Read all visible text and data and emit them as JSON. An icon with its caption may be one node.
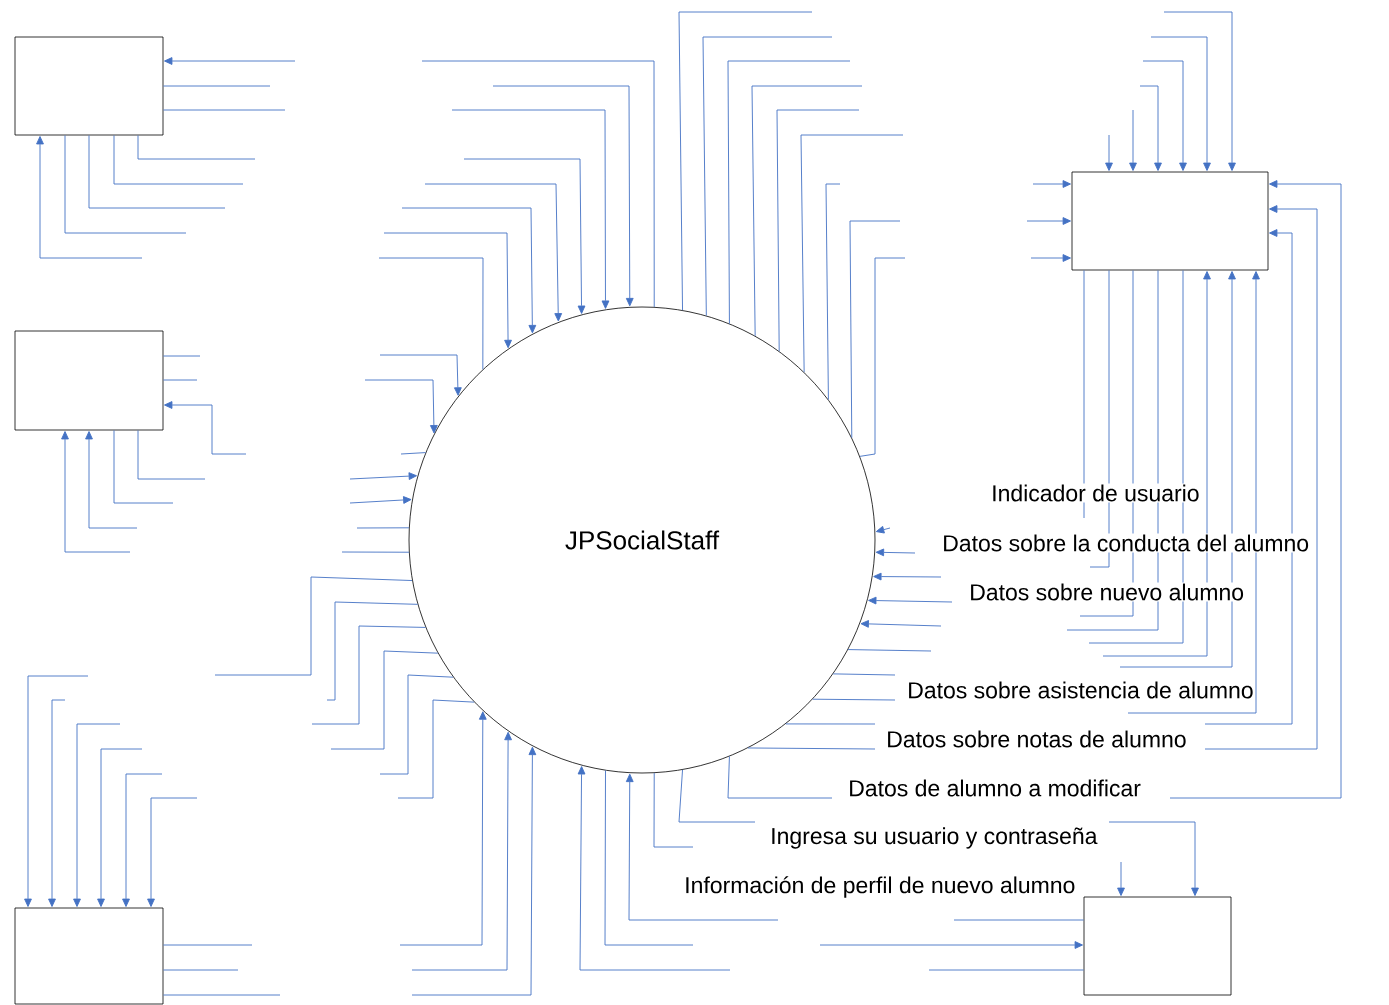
{
  "diagram": {
    "nodes": [
      {
        "text": [],
        "shape": "box"
      },
      {
        "text": [],
        "shape": "box"
      },
      {
        "text": [],
        "shape": "box"
      },
      {
        "text": [
          "JPSocialStaff"
        ]
      },
      {
        "text": [],
        "shape": "box"
      },
      {
        "text": [],
        "shape": "box"
      }
    ],
    "edges": [
      {
        "from": null,
        "to": 0,
        "arrow": "to"
      },
      {
        "from": 0,
        "to": null,
        "arrow": "none"
      },
      {
        "from": 0,
        "to": null,
        "arrow": "none"
      },
      {
        "from": 0,
        "to": null,
        "arrow": "none"
      },
      {
        "from": 0,
        "to": null,
        "arrow": "none"
      },
      {
        "from": 0,
        "to": null,
        "arrow": "none"
      },
      {
        "from": 0,
        "to": null,
        "arrow": "none"
      },
      {
        "from": null,
        "to": 0,
        "arrow": "to"
      },
      {
        "from": null,
        "to": 1,
        "arrow": "to"
      },
      {
        "from": null,
        "to": 1,
        "arrow": "to"
      },
      {
        "from": null,
        "to": 1,
        "arrow": "to"
      },
      {
        "from": null,
        "to": 1,
        "arrow": "to"
      },
      {
        "from": null,
        "to": 1,
        "arrow": "to"
      },
      {
        "from": null,
        "to": 1,
        "arrow": "to"
      },
      {
        "from": null,
        "to": 1,
        "arrow": "to"
      },
      {
        "from": null,
        "to": 1,
        "arrow": "to"
      },
      {
        "from": null,
        "to": 1,
        "arrow": "to"
      },
      {
        "from": null,
        "to": 1,
        "arrow": "to"
      },
      {
        "from": null,
        "to": 1,
        "arrow": "to"
      },
      {
        "from": null,
        "to": 1,
        "arrow": "to"
      },
      {
        "from": 1,
        "to": null,
        "arrow": "none"
      },
      {
        "from": 1,
        "to": null,
        "arrow": "none"
      },
      {
        "from": 1,
        "to": null,
        "arrow": "none"
      },
      {
        "from": 1,
        "to": null,
        "arrow": "none"
      },
      {
        "from": 1,
        "to": null,
        "arrow": "none"
      },
      {
        "from": null,
        "to": 1,
        "arrow": "to"
      },
      {
        "from": null,
        "to": 1,
        "arrow": "to"
      },
      {
        "from": null,
        "to": 1,
        "arrow": "to"
      },
      {
        "from": 2,
        "to": null,
        "arrow": "none"
      },
      {
        "from": 2,
        "to": null,
        "arrow": "none"
      },
      {
        "from": null,
        "to": 2,
        "arrow": "to"
      },
      {
        "from": 2,
        "to": null,
        "arrow": "none"
      },
      {
        "from": 2,
        "to": null,
        "arrow": "none"
      },
      {
        "from": null,
        "to": 2,
        "arrow": "to"
      },
      {
        "from": null,
        "to": 2,
        "arrow": "to"
      },
      {
        "from": 3,
        "to": null,
        "arrow": "none"
      },
      {
        "from": null,
        "to": 3,
        "arrow": "to"
      },
      {
        "from": null,
        "to": 3,
        "arrow": "to"
      },
      {
        "from": null,
        "to": 3,
        "arrow": "to"
      },
      {
        "from": null,
        "to": 3,
        "arrow": "to"
      },
      {
        "from": null,
        "to": 3,
        "arrow": "to"
      },
      {
        "from": null,
        "to": 3,
        "arrow": "to"
      },
      {
        "from": 3,
        "to": null,
        "arrow": "none"
      },
      {
        "from": 3,
        "to": null,
        "arrow": "none"
      },
      {
        "from": 3,
        "to": null,
        "arrow": "none"
      },
      {
        "from": 3,
        "to": null,
        "arrow": "none"
      },
      {
        "from": 3,
        "to": null,
        "arrow": "none"
      },
      {
        "from": 3,
        "to": null,
        "arrow": "none"
      },
      {
        "from": 3,
        "to": null,
        "arrow": "none"
      },
      {
        "from": 3,
        "to": null,
        "arrow": "none"
      },
      {
        "from": 3,
        "to": null,
        "arrow": "none"
      },
      {
        "from": 3,
        "to": null,
        "arrow": "none"
      },
      {
        "from": null,
        "to": 3,
        "arrow": "to"
      },
      {
        "from": null,
        "to": 3,
        "arrow": "to"
      },
      {
        "from": 3,
        "to": null,
        "arrow": "none"
      },
      {
        "from": null,
        "to": 3,
        "arrow": "to"
      },
      {
        "from": null,
        "to": 3,
        "arrow": "to"
      },
      {
        "from": 3,
        "to": null,
        "arrow": "none"
      },
      {
        "from": 3,
        "to": null,
        "arrow": "none"
      },
      {
        "from": 3,
        "to": null,
        "arrow": "none"
      },
      {
        "from": 3,
        "to": null,
        "arrow": "none"
      },
      {
        "from": 3,
        "to": null,
        "arrow": "none"
      },
      {
        "from": 3,
        "to": null,
        "arrow": "none"
      },
      {
        "from": 3,
        "to": null,
        "arrow": "none"
      },
      {
        "from": 3,
        "to": null,
        "arrow": "none"
      },
      {
        "from": null,
        "to": 3,
        "arrow": "to"
      },
      {
        "from": null,
        "to": 3,
        "arrow": "to"
      },
      {
        "from": null,
        "to": 3,
        "arrow": "to"
      },
      {
        "from": null,
        "to": 3,
        "arrow": "to"
      },
      {
        "from": null,
        "to": 3,
        "arrow": "to"
      },
      {
        "from": 3,
        "to": null,
        "arrow": "none"
      },
      {
        "from": 3,
        "to": null,
        "arrow": "none"
      },
      {
        "from": 3,
        "to": null,
        "arrow": "none"
      },
      {
        "from": 3,
        "to": null,
        "arrow": "none"
      },
      {
        "from": null,
        "to": 3,
        "arrow": "to"
      },
      {
        "from": null,
        "to": 3,
        "arrow": "to"
      },
      {
        "from": null,
        "to": 3,
        "arrow": "to"
      },
      {
        "from": null,
        "to": 3,
        "arrow": "to"
      },
      {
        "from": null,
        "to": 3,
        "arrow": "to"
      },
      {
        "from": 3,
        "to": null,
        "arrow": "none"
      },
      {
        "from": 3,
        "to": null,
        "arrow": "none"
      },
      {
        "from": 3,
        "to": null,
        "arrow": "none"
      },
      {
        "from": 3,
        "to": null,
        "arrow": "none"
      },
      {
        "from": 3,
        "to": null,
        "arrow": "none"
      },
      {
        "from": null,
        "to": 4,
        "arrow": "to"
      },
      {
        "from": null,
        "to": 4,
        "arrow": "to"
      },
      {
        "from": null,
        "to": 4,
        "arrow": "to"
      },
      {
        "from": null,
        "to": 4,
        "arrow": "to"
      },
      {
        "from": null,
        "to": 4,
        "arrow": "to"
      },
      {
        "from": null,
        "to": 4,
        "arrow": "to"
      },
      {
        "from": 4,
        "to": null,
        "arrow": "none"
      },
      {
        "from": 4,
        "to": null,
        "arrow": "none"
      },
      {
        "from": 4,
        "to": null,
        "arrow": "none"
      },
      {
        "from": 5,
        "to": null,
        "arrow": "none"
      },
      {
        "from": null,
        "to": 5,
        "arrow": "to"
      },
      {
        "from": 5,
        "to": null,
        "arrow": "none"
      },
      {
        "from": null,
        "to": 5,
        "arrow": "to"
      },
      {
        "from": null,
        "to": 5,
        "arrow": "to"
      }
    ],
    "labels": [
      "Indicador de usuario",
      "Datos sobre la conducta del alumno",
      "Datos sobre nuevo alumno",
      "Datos sobre asistencia de alumno",
      "Datos sobre notas de alumno",
      "Datos de alumno a modificar",
      "Ingresa su usuario y contraseña",
      "Información de perfil de nuevo alumno"
    ]
  }
}
